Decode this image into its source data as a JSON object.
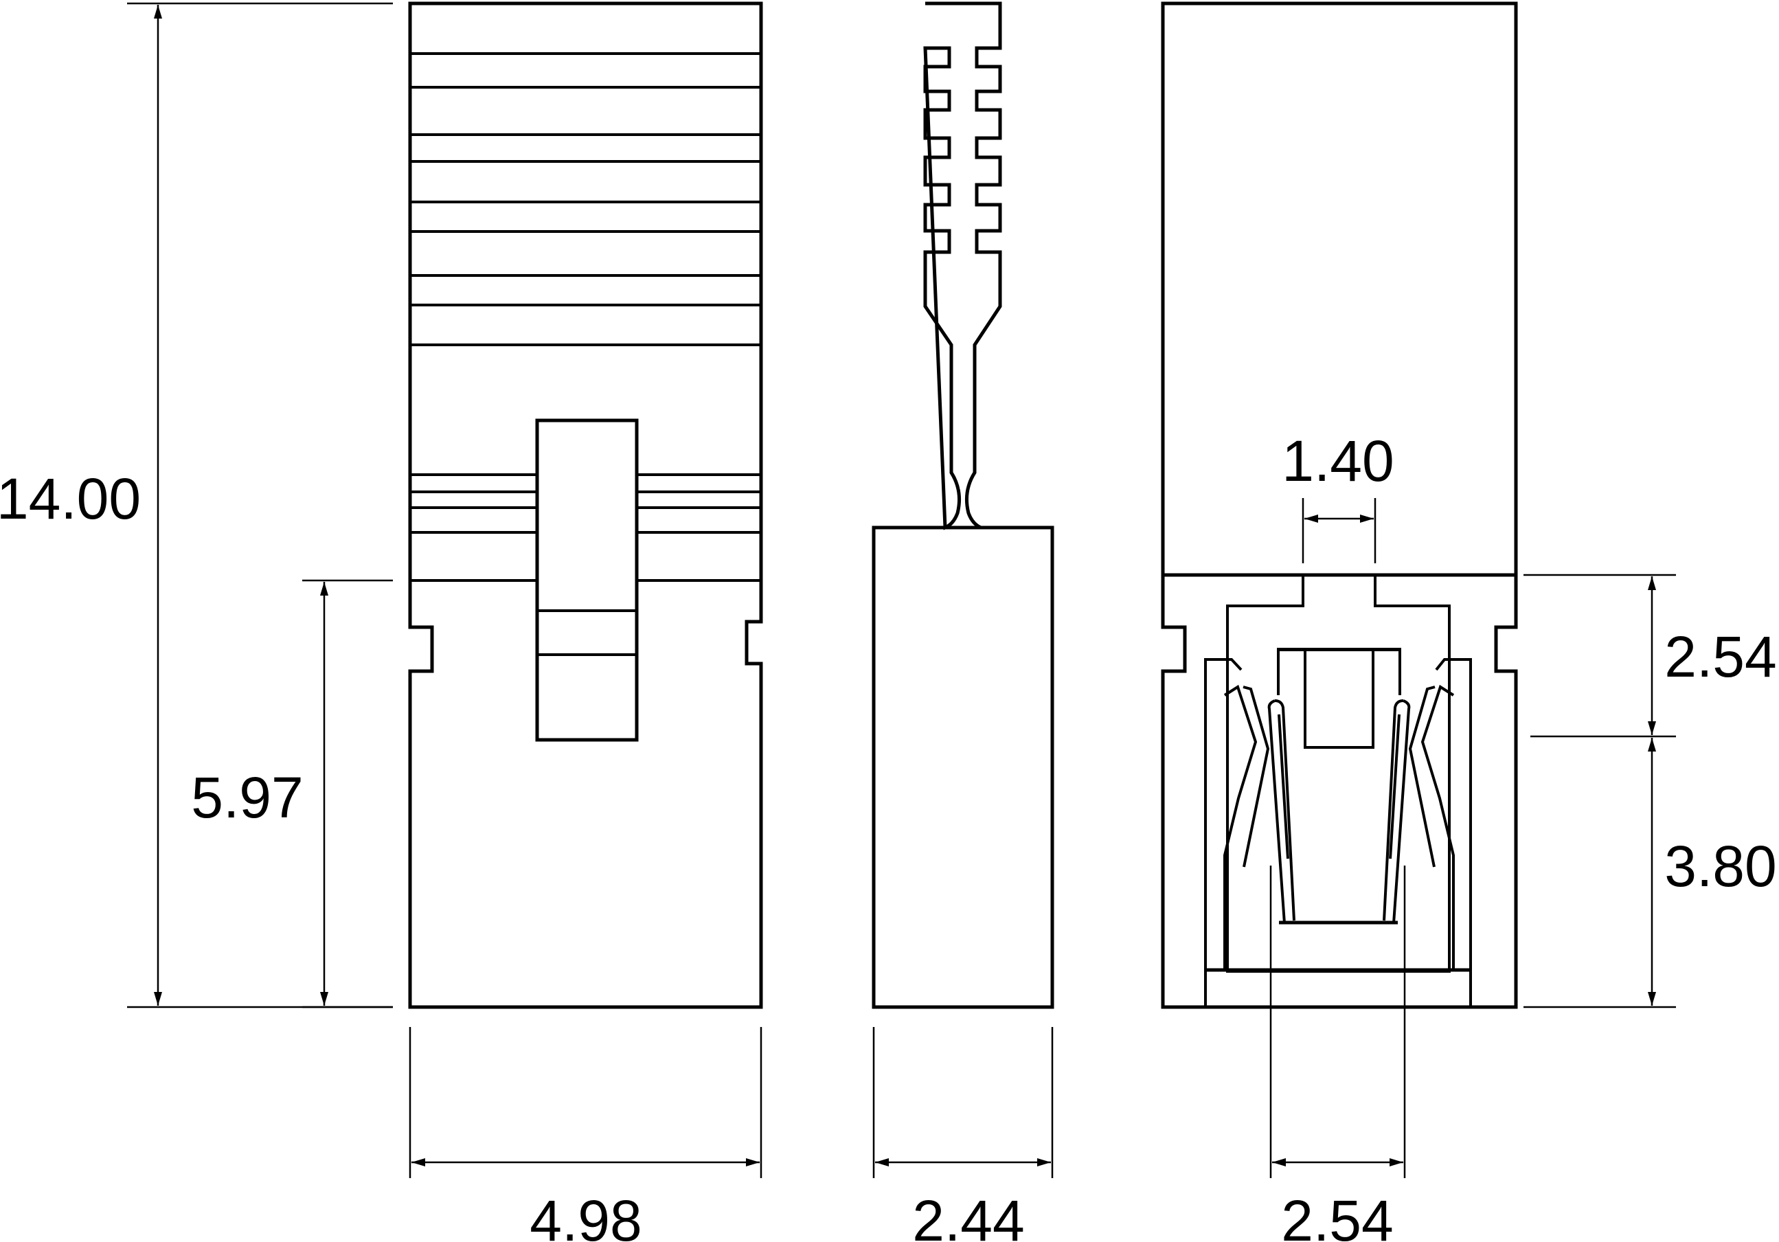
{
  "dimensions": {
    "overall_height": "14.00",
    "latch_height": "5.97",
    "front_width": "4.98",
    "side_width": "2.44",
    "contact_gap": "1.40",
    "upper_section": "2.54",
    "lower_section": "3.80",
    "pitch": "2.54"
  }
}
